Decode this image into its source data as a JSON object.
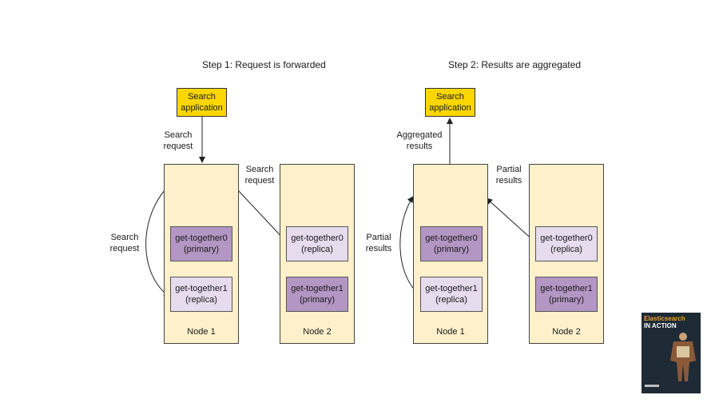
{
  "step1": {
    "title": "Step 1: Request is forwarded",
    "app_line1": "Search",
    "app_line2": "application",
    "label_search_request_top": [
      "Search",
      "request"
    ],
    "label_search_request_mid": [
      "Search",
      "request"
    ],
    "label_search_request_left": [
      "Search",
      "request"
    ],
    "node1": {
      "label": "Node 1",
      "shard_a": {
        "name": "get-together0",
        "role": "(primary)"
      },
      "shard_b": {
        "name": "get-together1",
        "role": "(replica)"
      }
    },
    "node2": {
      "label": "Node 2",
      "shard_a": {
        "name": "get-together0",
        "role": "(replica)"
      },
      "shard_b": {
        "name": "get-together1",
        "role": "(primary)"
      }
    }
  },
  "step2": {
    "title": "Step 2: Results are aggregated",
    "app_line1": "Search",
    "app_line2": "application",
    "label_aggregated": [
      "Aggregated",
      "results"
    ],
    "label_partial_mid": [
      "Partial",
      "results"
    ],
    "label_partial_left": [
      "Partial",
      "results"
    ],
    "node1": {
      "label": "Node 1",
      "shard_a": {
        "name": "get-together0",
        "role": "(primary)"
      },
      "shard_b": {
        "name": "get-together1",
        "role": "(replica)"
      }
    },
    "node2": {
      "label": "Node 2",
      "shard_a": {
        "name": "get-together0",
        "role": "(replica)"
      },
      "shard_b": {
        "name": "get-together1",
        "role": "(primary)"
      }
    }
  },
  "book": {
    "title_line1": "Elasticsearch",
    "title_line2": "IN ACTION"
  },
  "colors": {
    "search_app": "#fcd600",
    "node": "#fdf0cb",
    "primary": "#b496c4",
    "replica": "#e7dcee"
  }
}
